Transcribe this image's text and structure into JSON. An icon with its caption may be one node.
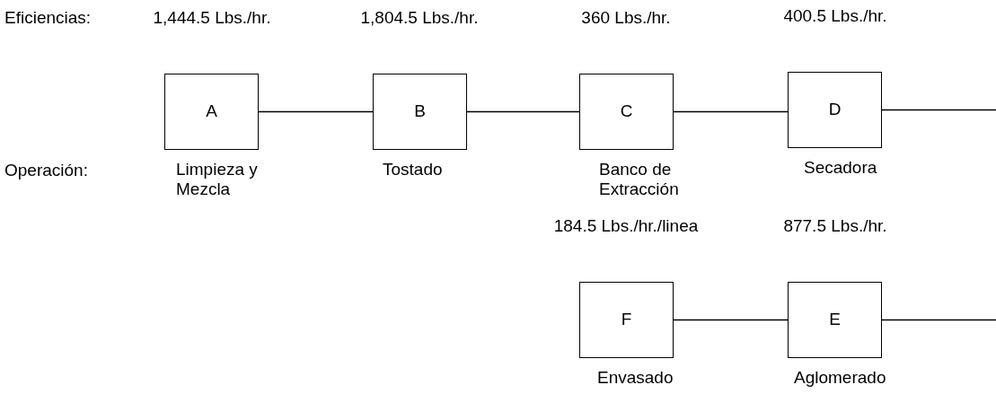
{
  "diagram": {
    "nodes": [
      {
        "text": [
          "A"
        ],
        "beside": [
          "1,444.5 Lbs./hr.",
          "Limpieza y Mezcla"
        ]
      },
      {
        "text": [
          "B"
        ],
        "beside": [
          "1,804.5 Lbs./hr.",
          "Tostado"
        ]
      },
      {
        "text": [
          "C"
        ],
        "beside": [
          "360 Lbs./hr.",
          "Banco de Extracción"
        ]
      },
      {
        "text": [
          "D"
        ],
        "beside": [
          "400.5 Lbs./hr.",
          "Secadora"
        ]
      },
      {
        "text": [
          "F"
        ],
        "beside": [
          "184.5 Lbs./hr./linea",
          "Envasado"
        ]
      },
      {
        "text": [
          "E"
        ],
        "beside": [
          "877.5 Lbs./hr.",
          "Aglomerado"
        ]
      }
    ],
    "edges": [
      {
        "from": 0,
        "to": 1,
        "arrow": "none"
      },
      {
        "from": 1,
        "to": 2,
        "arrow": "none"
      },
      {
        "from": 2,
        "to": 3,
        "arrow": "none"
      },
      {
        "from": 3,
        "to": null,
        "arrow": "none"
      },
      {
        "from": 4,
        "to": 5,
        "arrow": "none"
      },
      {
        "from": 5,
        "to": null,
        "arrow": "none"
      }
    ],
    "labels": [
      "Eficiencias:",
      "Operación:"
    ]
  }
}
